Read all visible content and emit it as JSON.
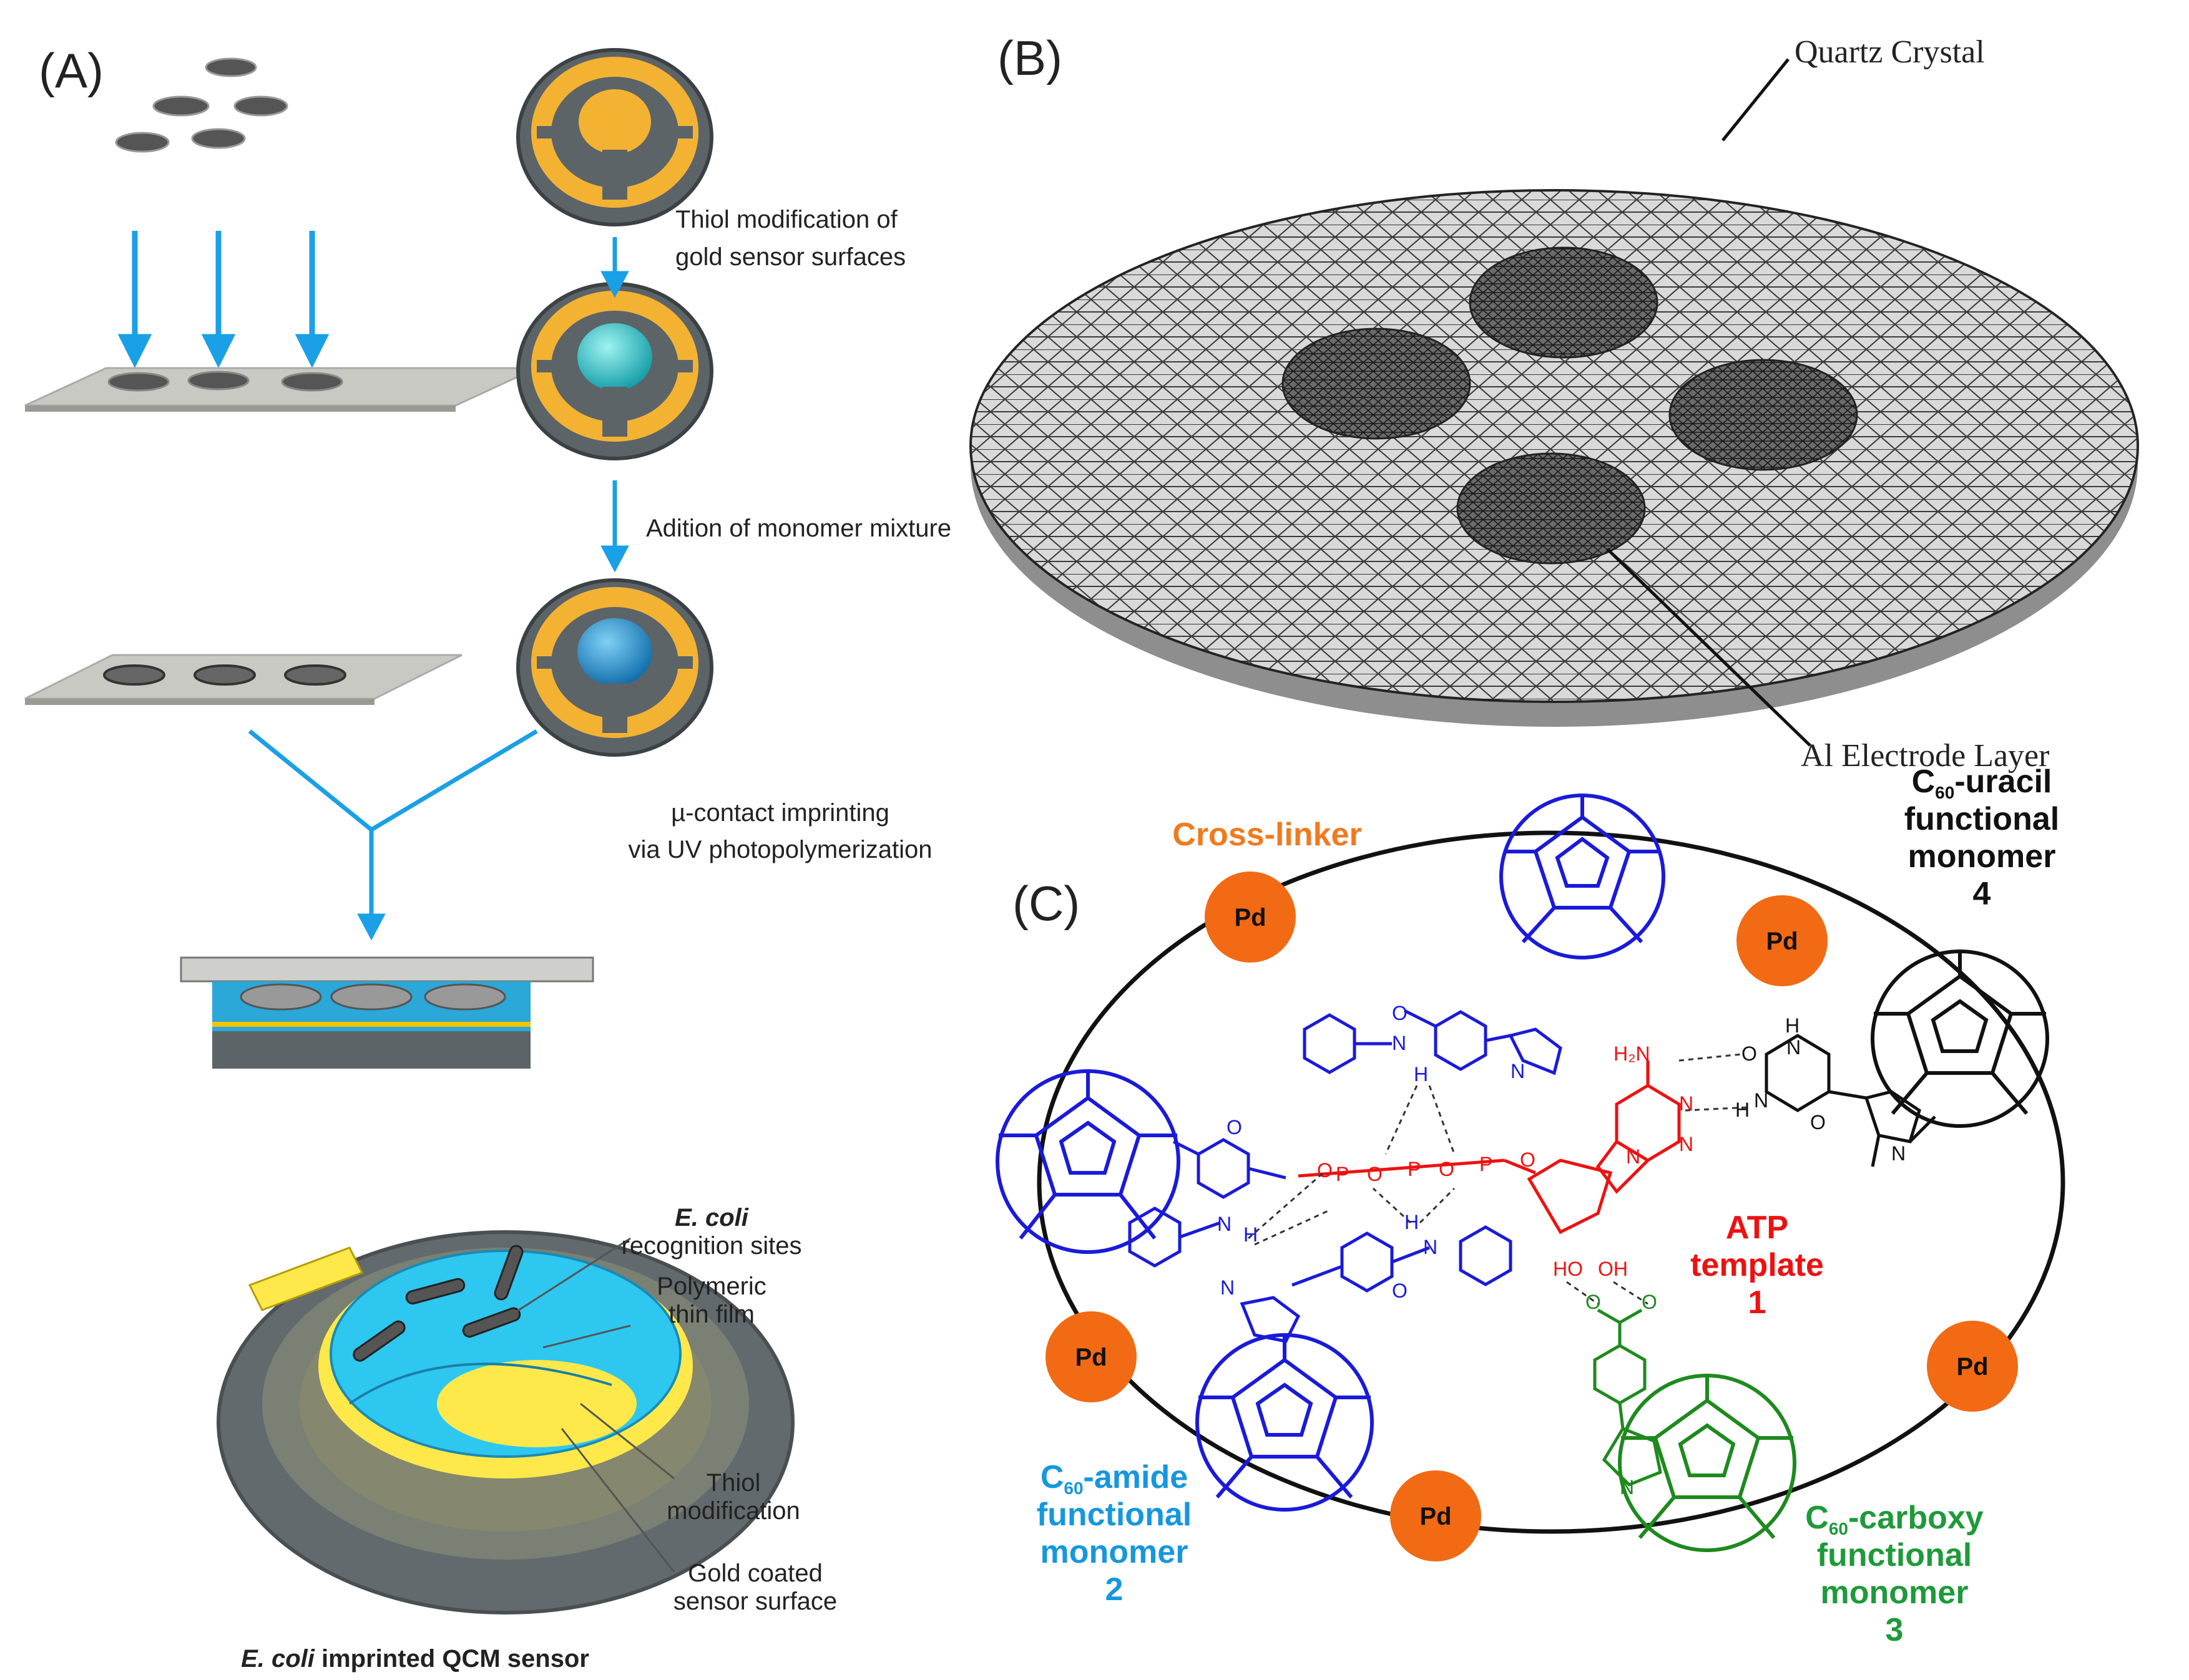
{
  "panel_a": {
    "label": "(A)",
    "step1": [
      "Thiol modification of",
      "gold sensor surfaces"
    ],
    "step2": "Adition of monomer mixture",
    "step3": [
      "µ-contact imprinting",
      "via UV photopolymerization"
    ],
    "sensor_labels": {
      "recognition": [
        "E. coli",
        "recognition sites"
      ],
      "film": [
        "Polymeric",
        "thin film"
      ],
      "thiol": [
        "Thiol",
        "modification"
      ],
      "gold": [
        "Gold coated",
        "sensor surface"
      ]
    },
    "caption_italic": "E. coli",
    "caption_rest": " imprinted QCM sensor",
    "colors": {
      "gold": "#f4b233",
      "grey": "#5c6468",
      "teal": "#27c1c4",
      "blue_arrow": "#1aa0e6",
      "film": "#2ec7f0",
      "yellow": "#ffe94a"
    }
  },
  "panel_b": {
    "label": "(B)",
    "quartz": "Quartz Crystal",
    "electrode": "Al Electrode Layer"
  },
  "panel_c": {
    "label": "(C)",
    "crosslinker": "Cross-linker",
    "pd": "Pd",
    "uracil": {
      "c60": "C",
      "sub": "60",
      "suffix": "-uracil",
      "line2": "functional",
      "line3": "monomer",
      "num": "4"
    },
    "amide": {
      "c60": "C",
      "sub": "60",
      "suffix": "-amide",
      "line2": "functional",
      "line3": "monomer",
      "num": "2"
    },
    "carboxy": {
      "c60": "C",
      "sub": "60",
      "suffix": "-carboxy",
      "line2": "functional",
      "line3": "monomer",
      "num": "3"
    },
    "atp": {
      "line1": "ATP",
      "line2": "template",
      "num": "1"
    },
    "atoms": {
      "O": "O",
      "P": "P",
      "N": "N",
      "H": "H",
      "HO": "HO",
      "OH": "OH",
      "H2N": "H₂N"
    },
    "colors": {
      "blue": "#1a1adb",
      "red": "#ee1111",
      "green": "#1e8a1e",
      "black": "#111111",
      "orange": "#f26a13",
      "amide_text": "#1597e0",
      "carboxy_text": "#1e9a3a",
      "crosslinker_text": "#f07a1e"
    }
  }
}
